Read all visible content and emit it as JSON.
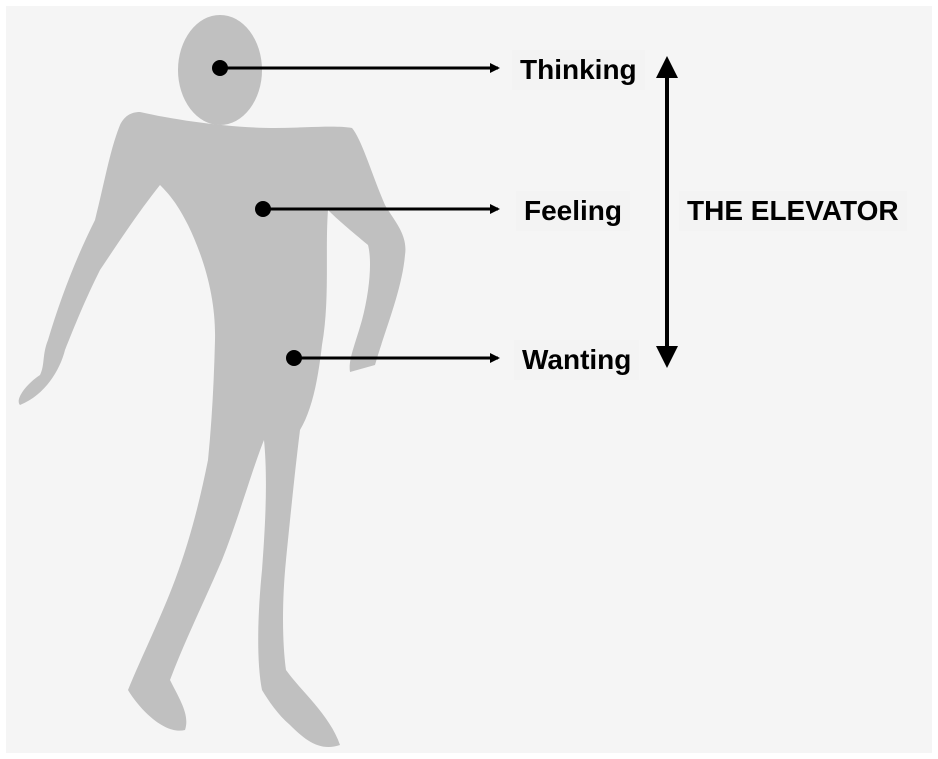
{
  "labels": {
    "thinking": "Thinking",
    "feeling": "Feeling",
    "wanting": "Wanting",
    "elevator": "THE ELEVATOR"
  },
  "colors": {
    "background": "#f5f5f5",
    "figure": "#c0c0c0",
    "ink": "#000000"
  }
}
